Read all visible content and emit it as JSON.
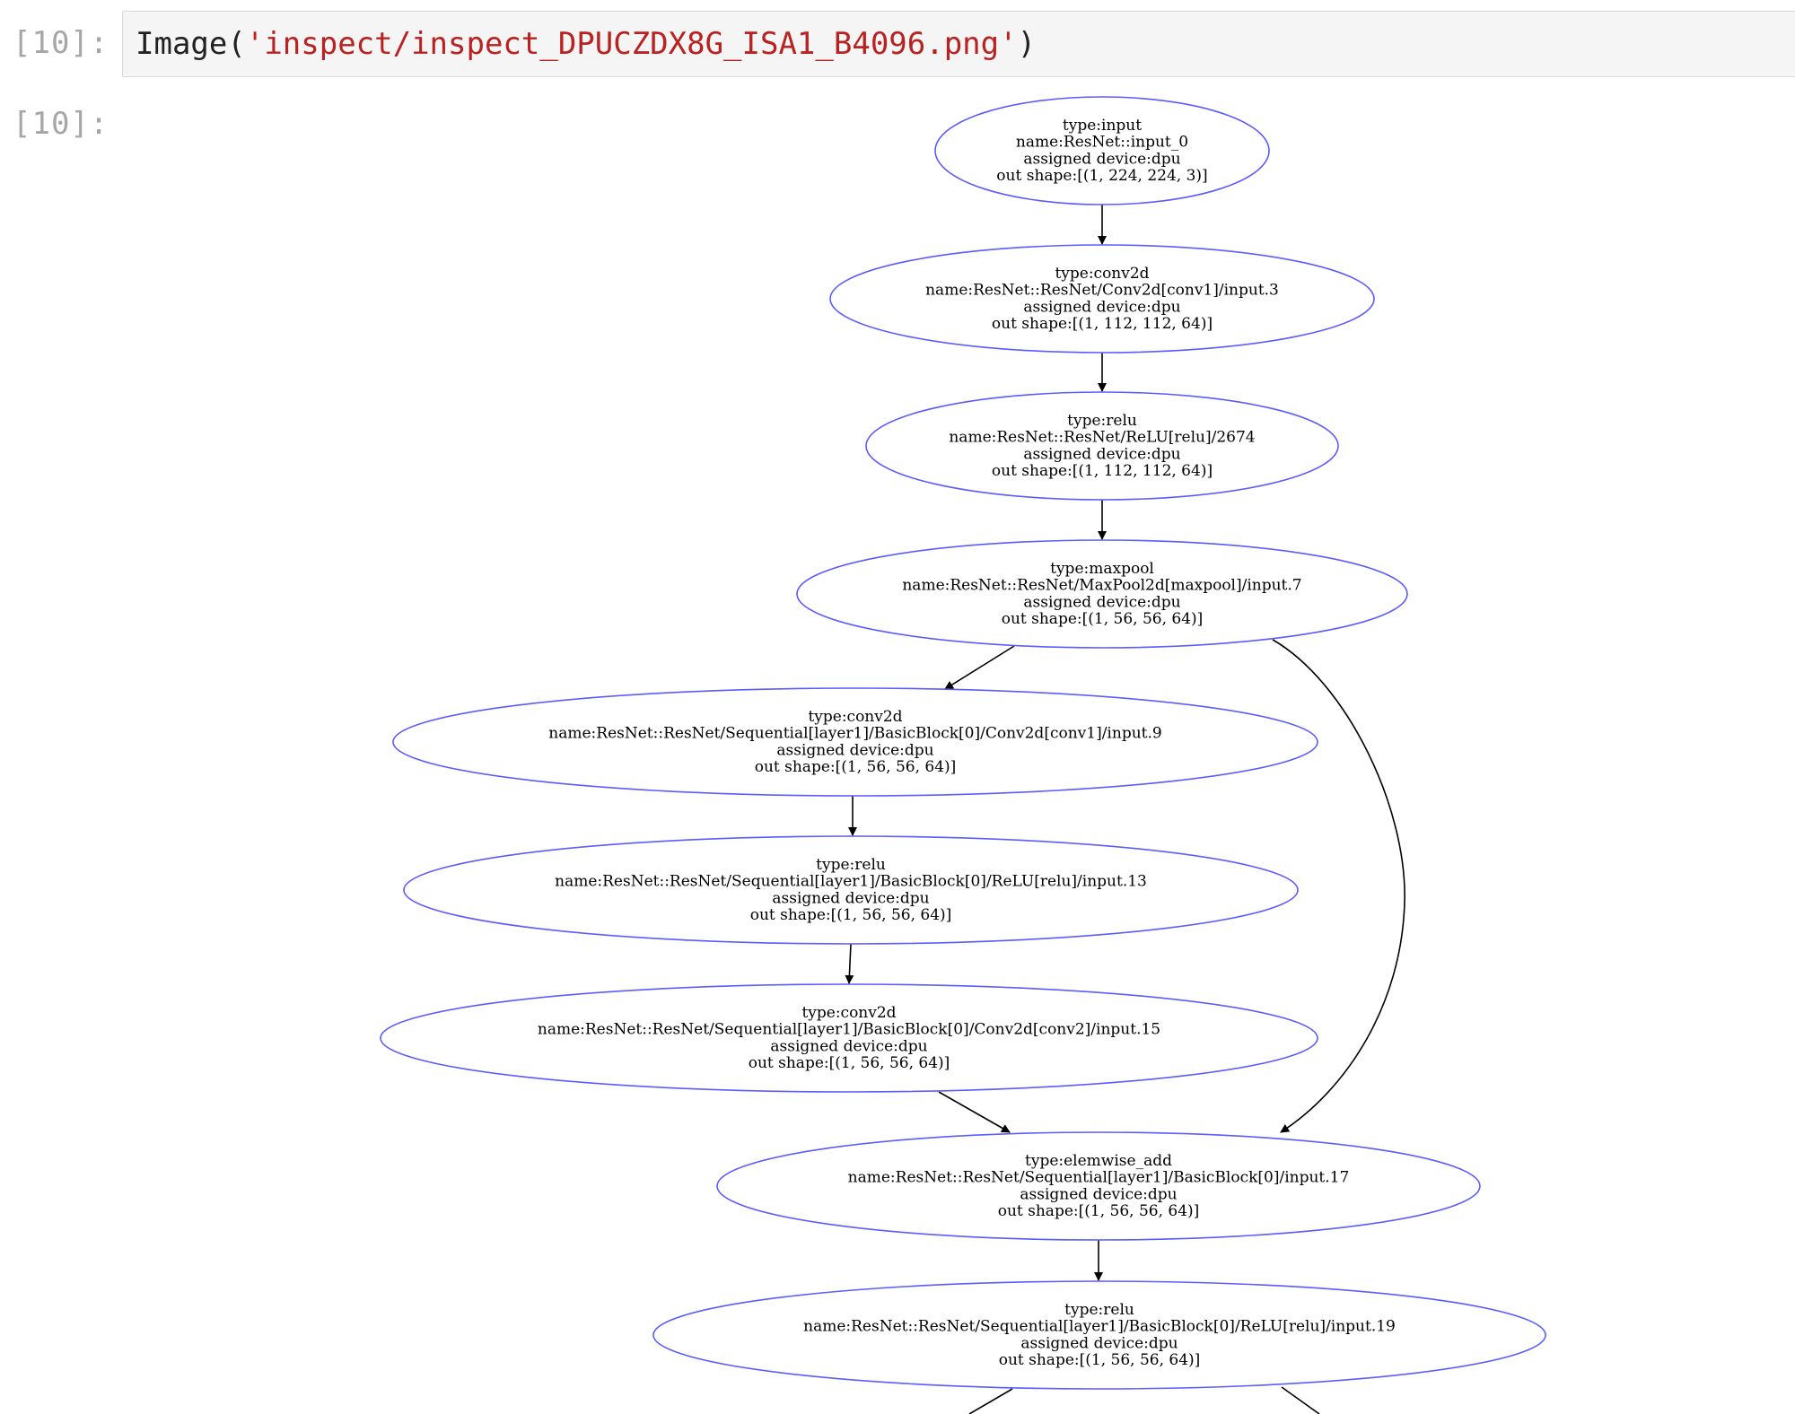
{
  "notebook": {
    "input_prompt": "[10]:",
    "output_prompt": "[10]:",
    "code": {
      "func": "Image",
      "open_paren": "(",
      "argument": "'inspect/inspect_DPUCZDX8G_ISA1_B4096.png'",
      "close_paren": ")"
    }
  },
  "graph": {
    "node_stroke": "#5b5bff",
    "edge_color": "#000000",
    "nodes": [
      {
        "id": "input",
        "type": "type:input",
        "name": "name:ResNet::input_0",
        "device": "assigned device:dpu",
        "shape": "out shape:[(1, 224, 224, 3)]"
      },
      {
        "id": "conv1",
        "type": "type:conv2d",
        "name": "name:ResNet::ResNet/Conv2d[conv1]/input.3",
        "device": "assigned device:dpu",
        "shape": "out shape:[(1, 112, 112, 64)]"
      },
      {
        "id": "relu",
        "type": "type:relu",
        "name": "name:ResNet::ResNet/ReLU[relu]/2674",
        "device": "assigned device:dpu",
        "shape": "out shape:[(1, 112, 112, 64)]"
      },
      {
        "id": "maxpool",
        "type": "type:maxpool",
        "name": "name:ResNet::ResNet/MaxPool2d[maxpool]/input.7",
        "device": "assigned device:dpu",
        "shape": "out shape:[(1, 56, 56, 64)]"
      },
      {
        "id": "l1b0conv1",
        "type": "type:conv2d",
        "name": "name:ResNet::ResNet/Sequential[layer1]/BasicBlock[0]/Conv2d[conv1]/input.9",
        "device": "assigned device:dpu",
        "shape": "out shape:[(1, 56, 56, 64)]"
      },
      {
        "id": "l1b0relu",
        "type": "type:relu",
        "name": "name:ResNet::ResNet/Sequential[layer1]/BasicBlock[0]/ReLU[relu]/input.13",
        "device": "assigned device:dpu",
        "shape": "out shape:[(1, 56, 56, 64)]"
      },
      {
        "id": "l1b0conv2",
        "type": "type:conv2d",
        "name": "name:ResNet::ResNet/Sequential[layer1]/BasicBlock[0]/Conv2d[conv2]/input.15",
        "device": "assigned device:dpu",
        "shape": "out shape:[(1, 56, 56, 64)]"
      },
      {
        "id": "l1b0add",
        "type": "type:elemwise_add",
        "name": "name:ResNet::ResNet/Sequential[layer1]/BasicBlock[0]/input.17",
        "device": "assigned device:dpu",
        "shape": "out shape:[(1, 56, 56, 64)]"
      },
      {
        "id": "l1b0relu2",
        "type": "type:relu",
        "name": "name:ResNet::ResNet/Sequential[layer1]/BasicBlock[0]/ReLU[relu]/input.19",
        "device": "assigned device:dpu",
        "shape": "out shape:[(1, 56, 56, 64)]"
      }
    ],
    "edges": [
      {
        "from": "input",
        "to": "conv1"
      },
      {
        "from": "conv1",
        "to": "relu"
      },
      {
        "from": "relu",
        "to": "maxpool"
      },
      {
        "from": "maxpool",
        "to": "l1b0conv1"
      },
      {
        "from": "maxpool",
        "to": "l1b0add"
      },
      {
        "from": "l1b0conv1",
        "to": "l1b0relu"
      },
      {
        "from": "l1b0relu",
        "to": "l1b0conv2"
      },
      {
        "from": "l1b0conv2",
        "to": "l1b0add"
      },
      {
        "from": "l1b0add",
        "to": "l1b0relu2"
      }
    ]
  }
}
